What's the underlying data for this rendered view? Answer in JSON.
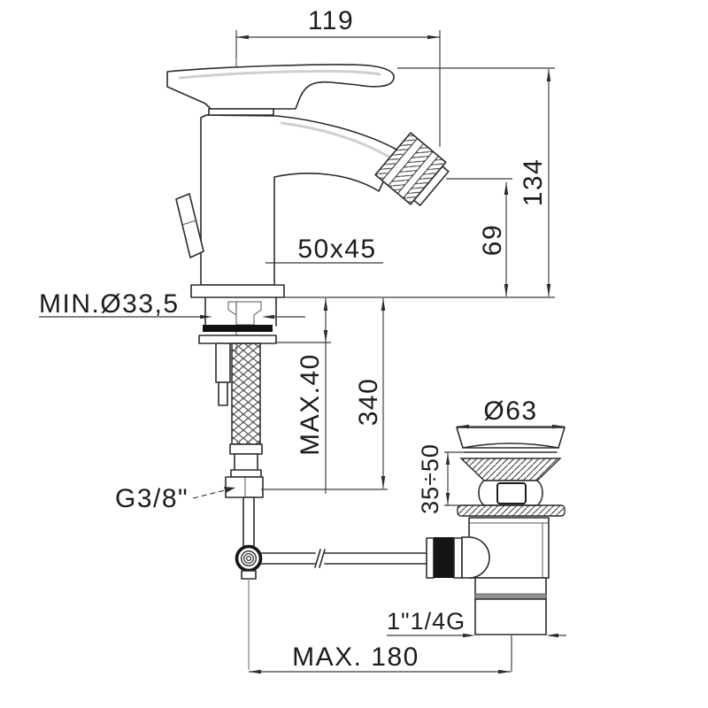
{
  "drawing": {
    "title": "Bidet mixer installation drawing",
    "labels": {
      "spout_reach": "119",
      "total_height": "134",
      "spout_height": "69",
      "base_size": "50x45",
      "min_hole": "MIN.Ø33,5",
      "max_deck_thickness": "MAX.40",
      "hose_length": "340",
      "waste_cap_diameter": "Ø63",
      "waste_deck_range": "35÷50",
      "inlet_thread": "G3/8\"",
      "waste_thread": "1\"1/4G",
      "rod_reach": "MAX. 180"
    }
  }
}
